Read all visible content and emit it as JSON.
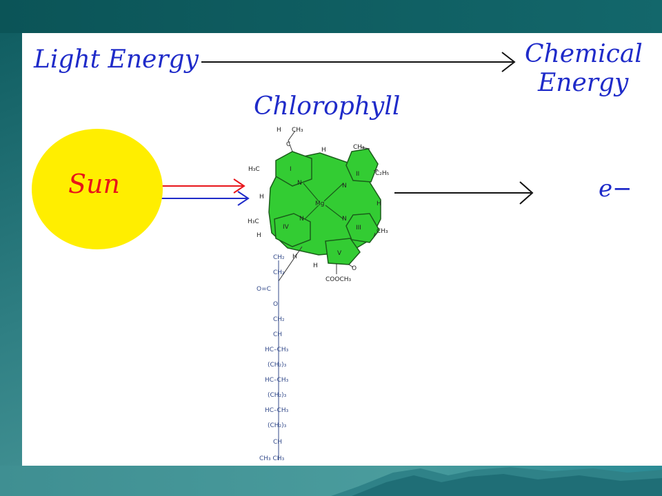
{
  "labels": {
    "light_energy": "Light Energy",
    "chemical_line1": "Chemical",
    "chemical_line2": "Energy",
    "chlorophyll": "Chlorophyll",
    "sun": "Sun",
    "electron": "e−"
  },
  "molecule": {
    "ring_labels": [
      "I",
      "II",
      "III",
      "IV",
      "V"
    ],
    "atoms": {
      "center": "Mg",
      "nitrogen": "N",
      "hydrogen": "H",
      "methyl": "CH₃",
      "h3c": "H₃C",
      "ethyl": "C₂H₅",
      "carbon": "C",
      "oxygen": "O",
      "ester": "COOCH₃"
    },
    "tail": [
      "CH₂",
      "CH₂",
      "O=C",
      "O",
      "CH₂",
      "CH",
      "HC–CH₃",
      "(CH₂)₃",
      "HC–CH₃",
      "(CH₂)₃",
      "HC–CH₃",
      "(CH₂)₃",
      "CH",
      "CH₃  CH₃"
    ]
  },
  "colors": {
    "text_blue": "#1f2bc9",
    "sun_fill": "#ffee00",
    "sun_text": "#e8141a",
    "ring_green": "#33cc33",
    "arrow_red": "#e8141a",
    "arrow_blue": "#1f2bc9"
  }
}
